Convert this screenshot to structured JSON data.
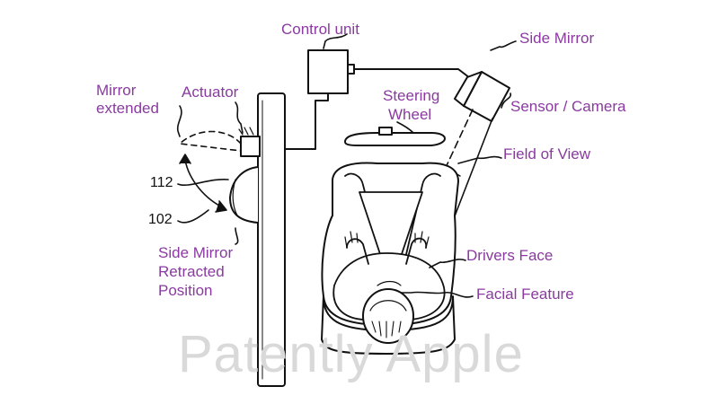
{
  "labels": {
    "control_unit": "Control unit",
    "side_mirror": "Side Mirror",
    "mirror": "Mirror",
    "extended": "extended",
    "actuator": "Actuator",
    "steering": "Steering",
    "wheel": "Wheel",
    "sensor_camera": "Sensor / Camera",
    "field_of_view": "Field of View",
    "drivers_face": "Drivers Face",
    "facial_feature": "Facial Feature",
    "retracted_1": "Side Mirror",
    "retracted_2": "Retracted",
    "retracted_3": "Position"
  },
  "refs": {
    "ref_112": "112",
    "ref_102": "102"
  },
  "watermark": "Patently Apple",
  "colors": {
    "label_text": "#8a3aa0",
    "line": "#111111",
    "watermark": "#d9d9d9"
  }
}
